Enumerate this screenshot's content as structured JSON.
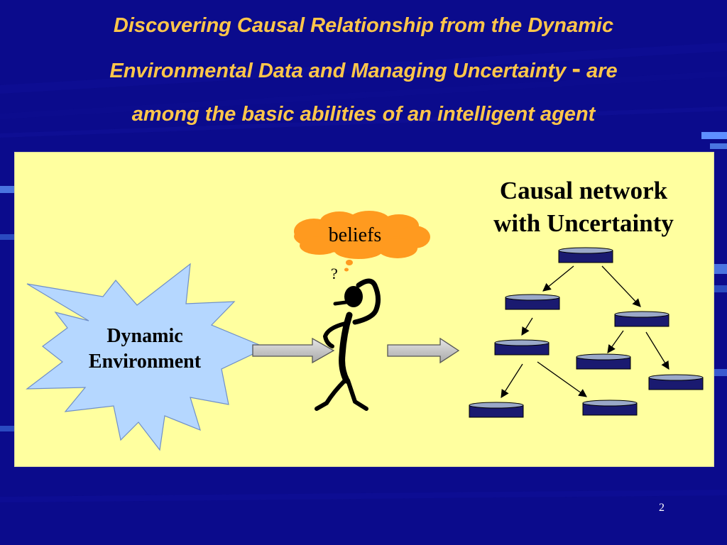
{
  "slide": {
    "title": {
      "line1": "Discovering Causal Relationship from the Dynamic",
      "line2": "Environmental Data and Managing Uncertainty",
      "separator": "-",
      "line2_end": "are",
      "line3": "among the basic abilities of an intelligent agent"
    },
    "page_number": "2"
  },
  "diagram": {
    "environment_label_line1": "Dynamic",
    "environment_label_line2": "Environment",
    "beliefs_label": "beliefs",
    "question_mark": "?",
    "network_title_line1": "Causal network",
    "network_title_line2": "with Uncertainty"
  },
  "colors": {
    "background": "#0b0b8c",
    "title": "#ffc64a",
    "panel": "#ffff9f",
    "starburst": "#b5d7ff",
    "cloud": "#ff9a1f",
    "arrow": "#c0c0c0",
    "node": "#1a1a70"
  }
}
